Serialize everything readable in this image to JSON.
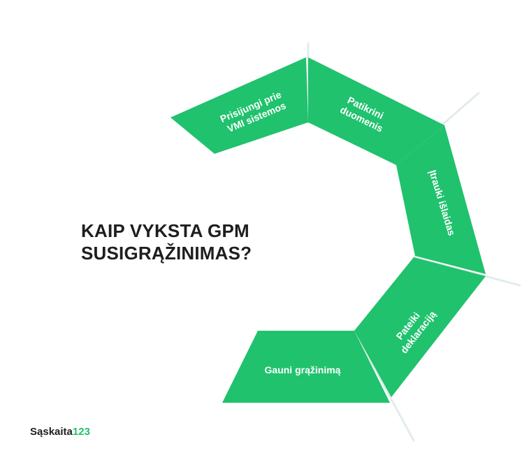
{
  "title": {
    "line1": "KAIP VYKSTA GPM",
    "line2": "SUSIGRĄŽINIMAS?"
  },
  "steps": [
    {
      "lines": [
        "Prisijungi prie",
        "VMI sistemos"
      ]
    },
    {
      "lines": [
        "Patikrini",
        "duomenis"
      ]
    },
    {
      "lines": [
        "Įtrauki išlaidas"
      ]
    },
    {
      "lines": [
        "Pateiki",
        "deklaraciją"
      ]
    },
    {
      "lines": [
        "Gauni grąžinimą"
      ]
    }
  ],
  "logo": {
    "word": "Sąskaita",
    "number": "123"
  },
  "colors": {
    "segment": "#20c26d",
    "spoke": "#e2ecec",
    "title_text": "#1e1e1e",
    "step_text": "#ffffff",
    "background": "#ffffff"
  }
}
